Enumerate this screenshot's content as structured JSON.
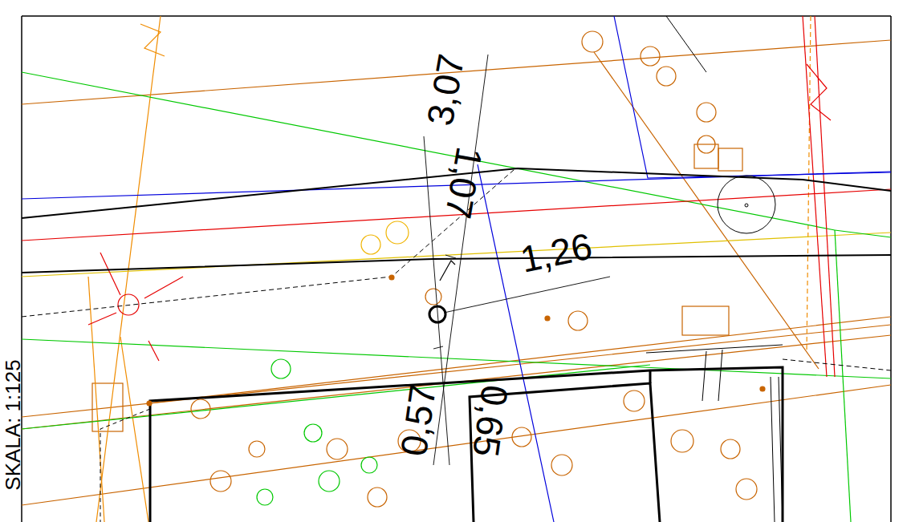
{
  "diagram": {
    "labels": [
      "3,07",
      "1,07",
      "1,26",
      "0,57",
      "0,65",
      "SKALA: 1:125"
    ]
  }
}
